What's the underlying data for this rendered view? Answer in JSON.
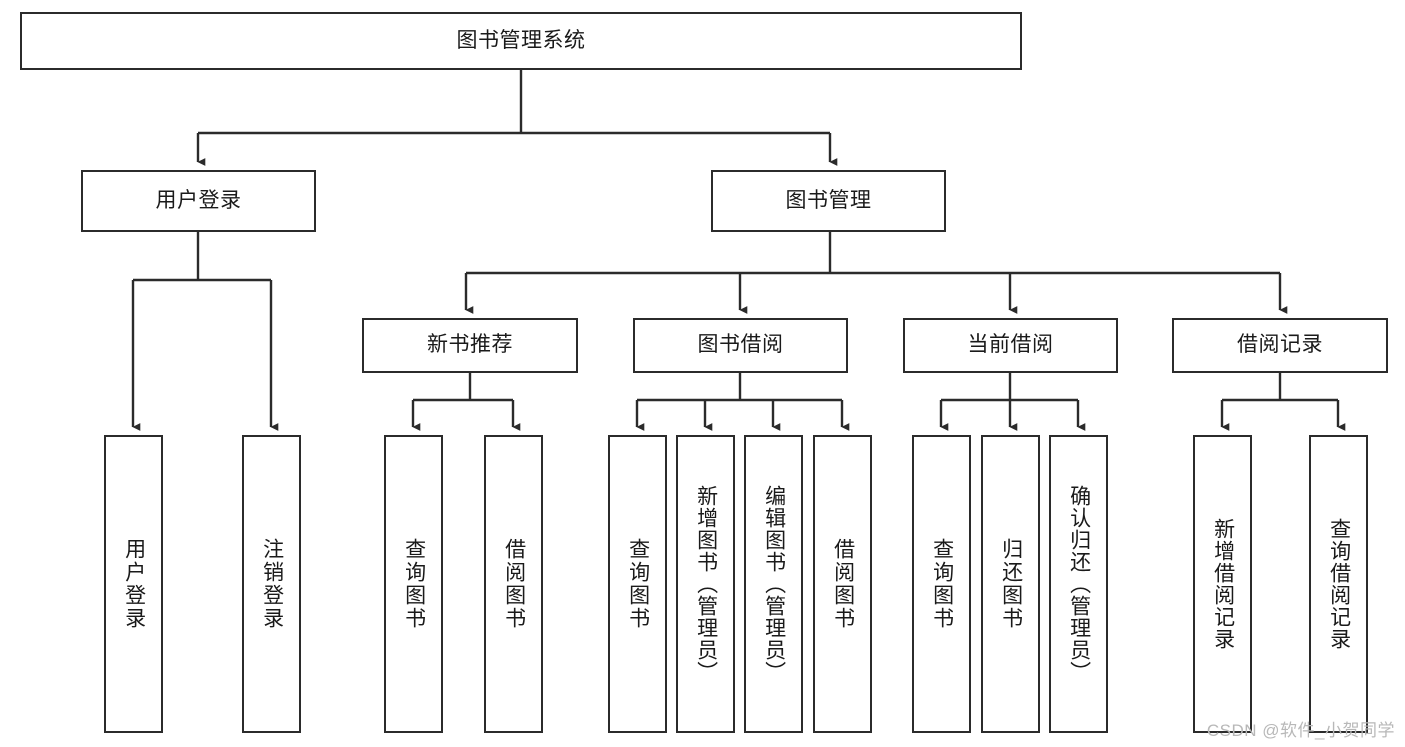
{
  "diagram": {
    "type": "tree-hierarchy-diagram",
    "title_node": {
      "id": "root",
      "label": "图书管理系统"
    },
    "level2": [
      {
        "id": "user-login",
        "label": "用户登录"
      },
      {
        "id": "book-manage",
        "label": "图书管理"
      }
    ],
    "level3": [
      {
        "id": "new-book-recommend",
        "label": "新书推荐"
      },
      {
        "id": "book-borrow",
        "label": "图书借阅"
      },
      {
        "id": "current-borrow",
        "label": "当前借阅"
      },
      {
        "id": "borrow-record",
        "label": "借阅记录"
      }
    ],
    "leaves": [
      {
        "id": "leaf-user-login",
        "label": "用户登录",
        "parent": "user-login"
      },
      {
        "id": "leaf-logout-login",
        "label": "注销登录",
        "parent": "user-login"
      },
      {
        "id": "leaf-query-book-1",
        "label": "查询图书",
        "parent": "new-book-recommend"
      },
      {
        "id": "leaf-borrow-book-1",
        "label": "借阅图书",
        "parent": "new-book-recommend"
      },
      {
        "id": "leaf-query-book-2",
        "label": "查询图书",
        "parent": "book-borrow"
      },
      {
        "id": "leaf-add-book",
        "label": "新增图书（管理员）",
        "parent": "book-borrow"
      },
      {
        "id": "leaf-edit-book",
        "label": "编辑图书（管理员）",
        "parent": "book-borrow"
      },
      {
        "id": "leaf-borrow-book-2",
        "label": "借阅图书",
        "parent": "book-borrow"
      },
      {
        "id": "leaf-query-book-3",
        "label": "查询图书",
        "parent": "current-borrow"
      },
      {
        "id": "leaf-return-book",
        "label": "归还图书",
        "parent": "current-borrow"
      },
      {
        "id": "leaf-confirm-return",
        "label": "确认归还（管理员）",
        "parent": "current-borrow"
      },
      {
        "id": "leaf-add-record",
        "label": "新增借阅记录",
        "parent": "borrow-record"
      },
      {
        "id": "leaf-query-record",
        "label": "查询借阅记录",
        "parent": "borrow-record"
      }
    ],
    "colors": {
      "stroke": "#2b2b2b",
      "fill": "#ffffff",
      "text": "#1a1a1a",
      "watermark": "#b8b8b8"
    }
  },
  "watermark": {
    "text": "CSDN @软件_小贺同学"
  }
}
